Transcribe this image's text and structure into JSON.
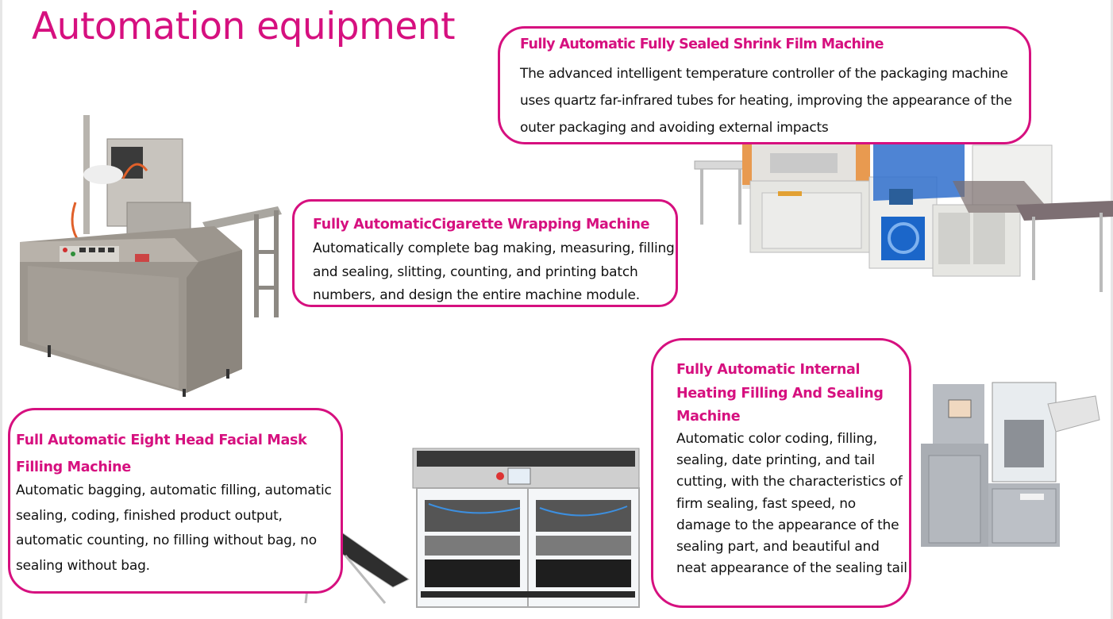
{
  "page": {
    "title": "Automation equipment",
    "accent_color": "#d6107f",
    "text_color": "#111111"
  },
  "machines": [
    {
      "title": "Fully Automatic Fully Sealed Shrink Film Machine",
      "description": "The advanced intelligent temperature controller of the packaging machine uses quartz far-infrared tubes for heating, improving the appearance of the outer packaging and avoiding external impacts",
      "image": "shrink-film-machine-photo"
    },
    {
      "title": "Fully AutomaticCigarette Wrapping Machine",
      "description": "Automatically complete bag making, measuring, filling and sealing, slitting, counting, and printing batch numbers, and design the entire machine module.",
      "image": "cigarette-wrapping-machine-photo"
    },
    {
      "title": "Full Automatic Eight Head Facial Mask Filling Machine",
      "description": "Automatic bagging, automatic filling, automatic sealing, coding, finished product output, automatic counting, no filling without bag, no sealing without bag.",
      "image": "facial-mask-filling-machine-photo"
    },
    {
      "title": "Fully Automatic Internal Heating Filling And Sealing Machine",
      "description": "Automatic color coding, filling, sealing, date printing, and tail cutting, with the characteristics of firm sealing, fast speed, no damage to the appearance of the sealing part, and beautiful and neat appearance of the sealing tail",
      "image": "tube-filling-sealing-machine-photo"
    }
  ]
}
